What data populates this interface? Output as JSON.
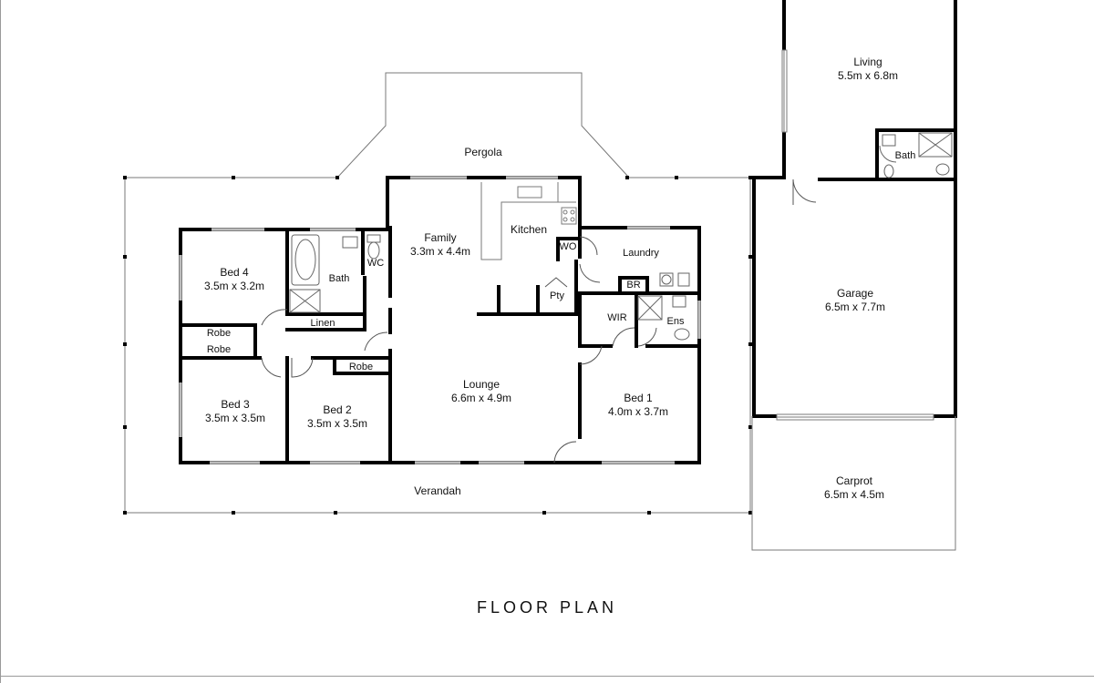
{
  "title": "FLOOR PLAN",
  "colors": {
    "wall": "#000000",
    "outline": "#7a7a7a",
    "fixture": "#666666",
    "text": "#111111"
  },
  "rooms": {
    "living": {
      "name": "Living",
      "size": "5.5m x 6.8m"
    },
    "bath2": {
      "name": "Bath"
    },
    "pergola": {
      "name": "Pergola"
    },
    "family": {
      "name": "Family",
      "size": "3.3m x 4.4m"
    },
    "kitchen": {
      "name": "Kitchen"
    },
    "wo": {
      "name": "WO"
    },
    "laundry": {
      "name": "Laundry"
    },
    "br": {
      "name": "BR"
    },
    "pty": {
      "name": "Pty"
    },
    "bed4": {
      "name": "Bed 4",
      "size": "3.5m x 3.2m"
    },
    "bath": {
      "name": "Bath"
    },
    "wc": {
      "name": "WC"
    },
    "linen": {
      "name": "Linen"
    },
    "robe1": {
      "name": "Robe"
    },
    "robe2": {
      "name": "Robe"
    },
    "robe3": {
      "name": "Robe"
    },
    "wir": {
      "name": "WIR"
    },
    "ens": {
      "name": "Ens"
    },
    "bed3": {
      "name": "Bed 3",
      "size": "3.5m x 3.5m"
    },
    "bed2": {
      "name": "Bed 2",
      "size": "3.5m x 3.5m"
    },
    "lounge": {
      "name": "Lounge",
      "size": "6.6m x 4.9m"
    },
    "bed1": {
      "name": "Bed 1",
      "size": "4.0m x 3.7m"
    },
    "garage": {
      "name": "Garage",
      "size": "6.5m x 7.7m"
    },
    "carport": {
      "name": "Carprot",
      "size": "6.5m x 4.5m"
    },
    "verandah": {
      "name": "Verandah"
    }
  }
}
